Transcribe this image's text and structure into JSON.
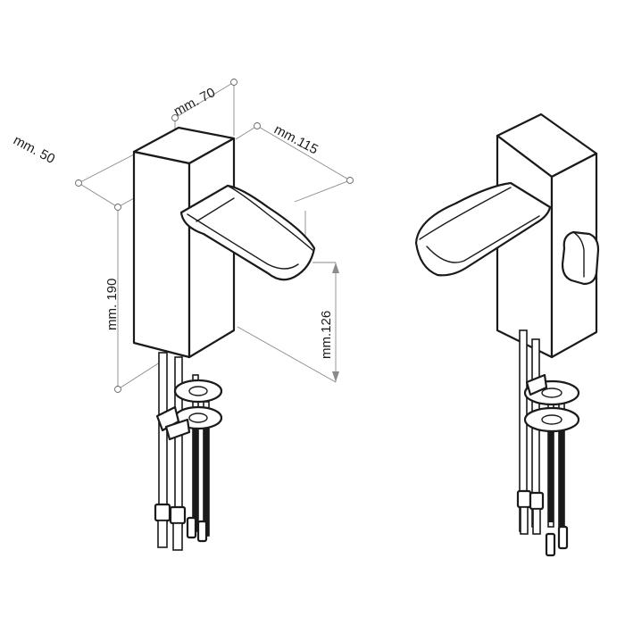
{
  "dimensions": {
    "depth": "mm.  50",
    "width": "mm. 70",
    "spout_length": "mm.115",
    "height": "mm. 190",
    "spout_height": "mm.126"
  },
  "colors": {
    "line": "#1a1a1a",
    "dimension_line": "#8a8a8a",
    "background": "#ffffff"
  }
}
